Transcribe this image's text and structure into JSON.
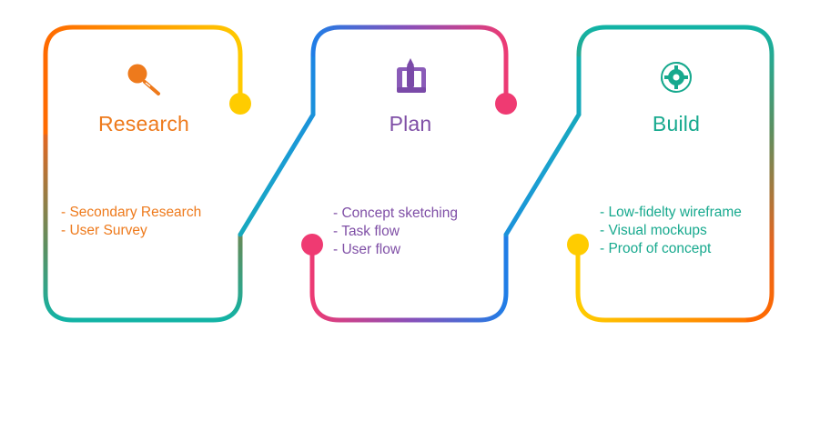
{
  "colors": {
    "research": "#ee7a1c",
    "plan": "#7f4fa6",
    "build": "#17a98e",
    "yellow": "#ffcc00",
    "pink": "#ef3a72",
    "blue": "#1c7fe8",
    "teal": "#0fb5a4",
    "orange": "#ff6a00",
    "green": "#5b8f60"
  },
  "stages": [
    {
      "title": "Research",
      "icon": "magnifier-icon",
      "items": [
        "- Secondary Research",
        "- User Survey"
      ]
    },
    {
      "title": "Plan",
      "icon": "notebook-pen-icon",
      "items": [
        "- Concept sketching",
        "- Task flow",
        "- User flow"
      ]
    },
    {
      "title": "Build",
      "icon": "gear-cycle-icon",
      "items": [
        "- Low-fidelty wireframe",
        "- Visual mockups",
        "- Proof of concept"
      ]
    }
  ]
}
